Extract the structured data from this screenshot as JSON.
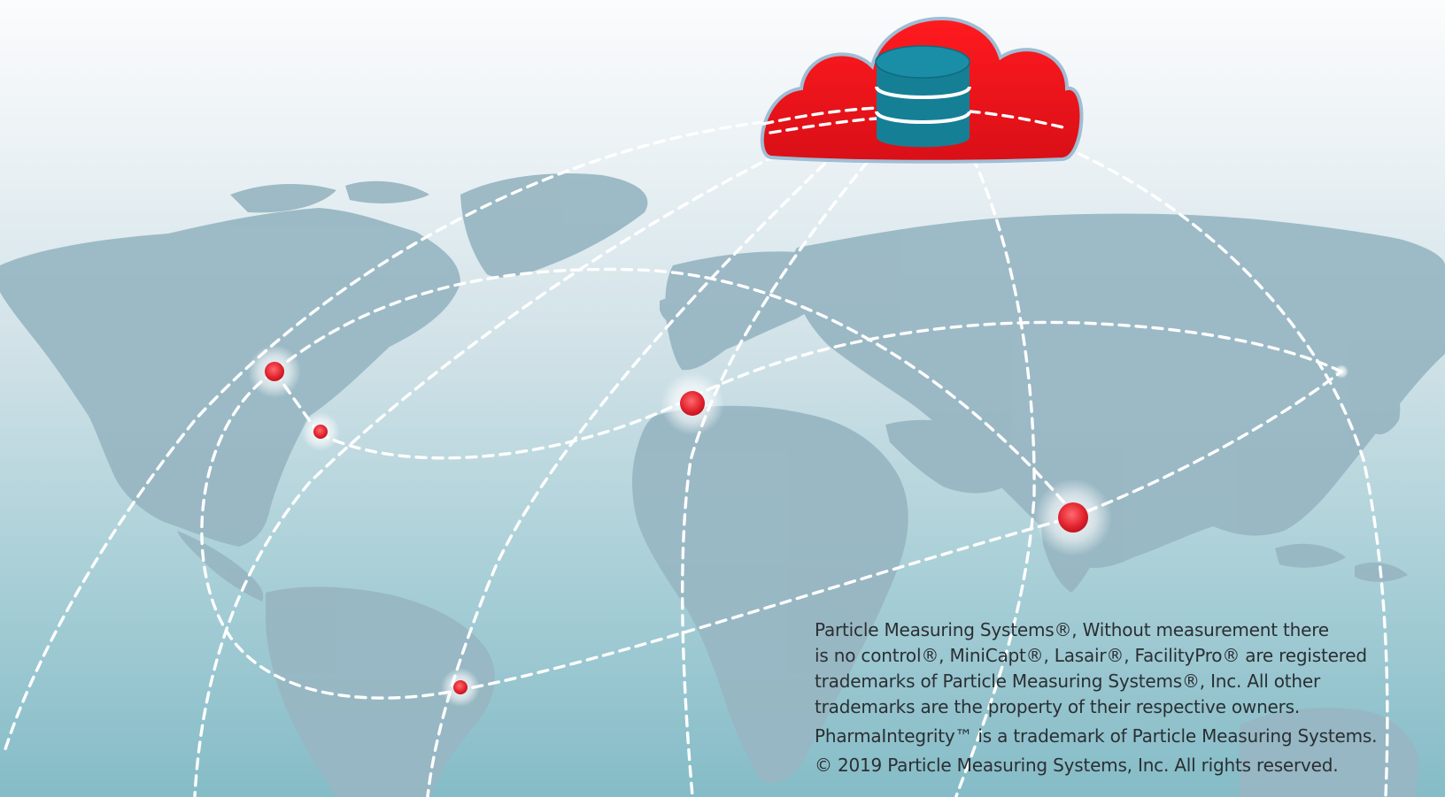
{
  "colors": {
    "map_land": "#97b6c2",
    "route_line": "#ffffff",
    "cloud": "#e8141b",
    "database": "#157f96",
    "location_marker": "#e1232e"
  },
  "icons": {
    "cloud": "cloud-icon",
    "database": "database-icon",
    "marker": "location-marker-icon"
  },
  "legal": {
    "trademark_lines": [
      "Particle Measuring Systems®, Without measurement there",
      "is no control®, MiniCapt®, Lasair®, FacilityPro® are registered",
      "trademarks of Particle Measuring Systems®, Inc. All other",
      "trademarks are the property of their respective owners."
    ],
    "pharmaintegrity_notice": "PharmaIntegrity™ is a trademark of  Particle Measuring Systems.",
    "copyright": "© 2019 Particle Measuring Systems, Inc. All rights reserved."
  }
}
